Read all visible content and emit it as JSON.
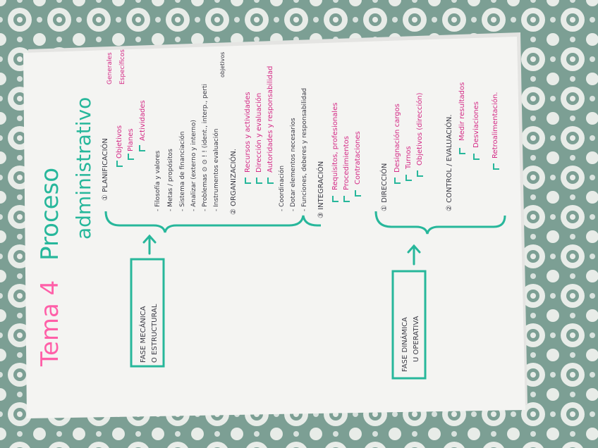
{
  "colors": {
    "tablecloth": "#7c9f94",
    "paper": "#f4f4f2",
    "teal": "#27b79b",
    "magenta": "#d42a86",
    "pink_title": "#ff5fa8",
    "ink": "#3a3a44"
  },
  "note": {
    "title_part1": "Tema 4",
    "title_part2": "Proceso",
    "title_part3": "administrativo",
    "phase_mechanical": {
      "line1": "FASE MECÁNICA",
      "line2": "O ESTRUCTURAL"
    },
    "phase_dynamic": {
      "line1": "FASE DINÁMICA",
      "line2": "U OPERATIVA"
    },
    "planning": {
      "heading": "① PLANIFICACIÓN",
      "objetivos": "Objetivos",
      "generales": "Generales",
      "especificos": "Específicos",
      "planes": "Planes",
      "actividades": "Actividades",
      "bullets": [
        "- Filosofía y valores",
        "- Metas / propósitos",
        "- Sistema de financiación",
        "- Analizar (externo y interno)",
        "- Problemas ⊙ ⊙ ! ! (ident., interp., perti",
        "- Instrumentos evaluación"
      ]
    },
    "organization": {
      "heading": "② ORGANIZACIÓN.",
      "objetivos": "objetivos",
      "items": [
        "Recursos y actividades",
        "Dirección y evaluación",
        "Autoridades y responsabilidad"
      ],
      "bullets": [
        "- Coordinación",
        "- Dotar elementos necesarios",
        "- Funciones, deberes y responsabilidad"
      ]
    },
    "integration": {
      "heading": "③ INTEGRACIÓN",
      "items": [
        "Requisitos, profesionales",
        "Procedimientos",
        "Contrataciones"
      ]
    },
    "direction": {
      "heading": "① DIRECCIÓN",
      "items": [
        "Designación cargos",
        "Turnos",
        "Objetivos (dirección)"
      ]
    },
    "control": {
      "heading": "② CONTROL / EVALUACIÓN.",
      "items": [
        "Medir resultados",
        "Desviaciones",
        "Retroalimentación."
      ]
    }
  }
}
